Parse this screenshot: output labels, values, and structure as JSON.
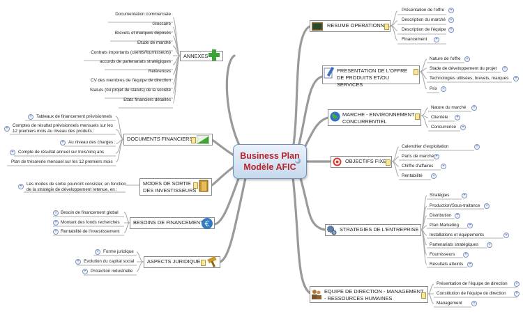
{
  "title": "Business Plan\nModèle AFIC",
  "branches": {
    "annexes": "ANNEXES",
    "docs": "DOCUMENTS FINANCIERS",
    "sortie": "MODES DE SORTIE\nDES INVESTISSEURS",
    "besoins": "BESOINS DE FINANCEMENT",
    "juridiques": "ASPECTS JURIDIQUES",
    "resume": "RESUME OPERATIONNEL",
    "offre": "PRESENTATION DE L'OFFRE\nDE PRODUITS ET/OU SERVICES",
    "marche": "MARCHE - ENVIRONNEMENT\nCONCURRENTIEL",
    "objectifs": "OBJECTIFS FIXES",
    "strategies": "STRATEGIES DE L'ENTREPRISE",
    "equipe": "EQUIPE DE DIRECTION - MANAGEMENT\n- RESSOURCES HUMAINES"
  },
  "leaves": {
    "annexes": [
      "Documentation commerciale",
      "Glossaire",
      "Brevets et marques déposés",
      "Etude de marché",
      "Contrats importants (clients/fournisseurs)",
      "accords de partenariats stratégiques",
      "Références",
      "CV des membres de l'équipe de direction",
      "Statuts (ou projet de statuts) de la société",
      "Etats financiers détaillés"
    ],
    "docs": [
      "Tableaux de financement prévisionnels",
      "Comptes de résultat prévisionnels mensuels sur les\n12 premiers mois Au niveau des produits :",
      "Au niveau des charges :",
      "Compte de résultat annuel sur trois/cinq ans",
      "Plan de trésorerie mensuel sur les 12 premiers mois"
    ],
    "sortie": [
      "Les modes de sortie pourront consister, en fonction\nde la stratégie de développement retenue, en :"
    ],
    "besoins": [
      "Besoin de financement global",
      "Montant des fonds recherchés",
      "Rentabilité de l'investissement"
    ],
    "juridiques": [
      "Forme juridique",
      "Evolution du capital social",
      "Protection industrielle"
    ],
    "resume": [
      "Présentation de l'offre",
      "Description du marché",
      "Description de l'équipe",
      "Financement"
    ],
    "offre": [
      "Nature de l'offre",
      "Stade de développement du projet",
      "Technologies utilisées, brevets, marques",
      "Prix"
    ],
    "marche": [
      "Nature du marché",
      "Clientèle",
      "Concurrence"
    ],
    "objectifs": [
      "Calendrier d'exploitation",
      "Parts de marché",
      "Chiffre d'affaires",
      "Rentabilité"
    ],
    "strategies": [
      "Stratégies",
      "Production/Sous-traitance",
      "Distribution",
      "Plan Marketing",
      "Installations et équipements",
      "Partenariats stratégiques",
      "Fournisseurs",
      "Résultats atteints"
    ],
    "equipe": [
      "Présentation de l'équipe de direction",
      "Constitution de l'équipe de direction",
      "Management"
    ]
  }
}
